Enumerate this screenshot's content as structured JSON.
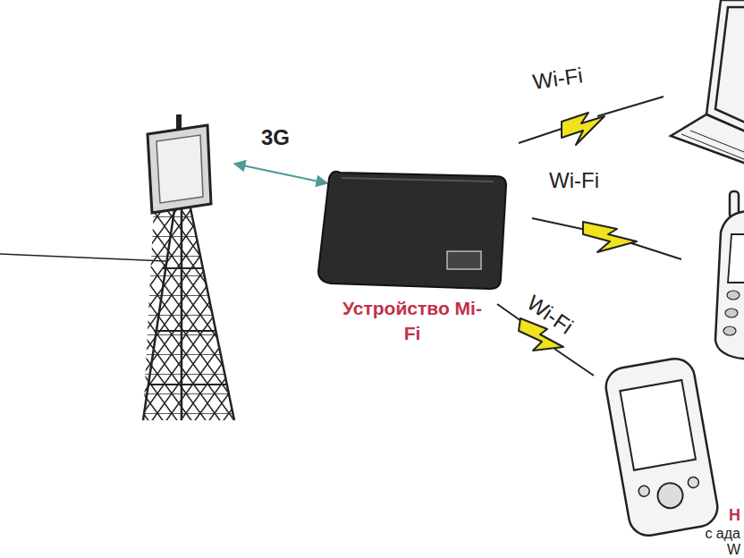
{
  "diagram": {
    "nodes": [
      {
        "text": [
          "Устройство Mi-Fi"
        ]
      }
    ],
    "labels": [
      "3G",
      "Wi-Fi",
      "Wi-Fi",
      "Wi-Fi",
      "Н",
      "с ада",
      "W"
    ]
  }
}
